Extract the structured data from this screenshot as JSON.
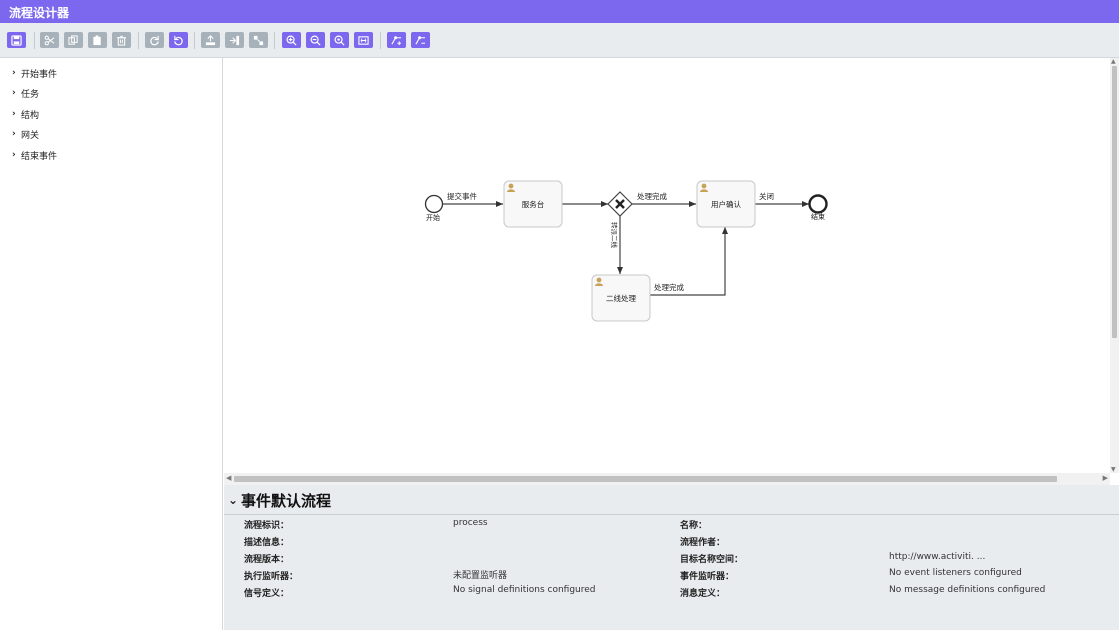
{
  "app": {
    "title": "流程设计器"
  },
  "toolbar": {
    "buttons": [
      {
        "name": "save-button",
        "icon": "save-icon",
        "state": "active"
      },
      {
        "name": "cut-button",
        "icon": "scissors-icon",
        "state": "disabled"
      },
      {
        "name": "copy-button",
        "icon": "copy-icon",
        "state": "disabled"
      },
      {
        "name": "paste-button",
        "icon": "paste-icon",
        "state": "disabled"
      },
      {
        "name": "delete-button",
        "icon": "trash-icon",
        "state": "disabled"
      },
      {
        "name": "redo-button",
        "icon": "redo-icon",
        "state": "disabled"
      },
      {
        "name": "undo-button",
        "icon": "undo-icon",
        "state": "active"
      },
      {
        "name": "align-vertical-button",
        "icon": "align-vertical-icon",
        "state": "disabled"
      },
      {
        "name": "align-horizontal-button",
        "icon": "align-horizontal-icon",
        "state": "disabled"
      },
      {
        "name": "same-size-button",
        "icon": "same-size-icon",
        "state": "disabled"
      },
      {
        "name": "zoom-in-button",
        "icon": "zoom-in-icon",
        "state": "active"
      },
      {
        "name": "zoom-out-button",
        "icon": "zoom-out-icon",
        "state": "active"
      },
      {
        "name": "zoom-actual-button",
        "icon": "zoom-actual-icon",
        "state": "active"
      },
      {
        "name": "zoom-fit-button",
        "icon": "zoom-fit-icon",
        "state": "active"
      },
      {
        "name": "add-bendpoint-button",
        "icon": "add-bendpoint-icon",
        "state": "active"
      },
      {
        "name": "remove-bendpoint-button",
        "icon": "remove-bendpoint-icon",
        "state": "active"
      }
    ]
  },
  "palette": {
    "items": [
      {
        "label": "开始事件"
      },
      {
        "label": "任务"
      },
      {
        "label": "结构"
      },
      {
        "label": "网关"
      },
      {
        "label": "结束事件"
      }
    ]
  },
  "diagram": {
    "start_label": "开始",
    "end_label": "结束",
    "tasks": {
      "service_desk": "服务台",
      "user_confirm": "用户确认",
      "second_line": "二线处理"
    },
    "flows": {
      "submit": "提交事件",
      "done_top": "处理完成",
      "close": "关闭",
      "escalate": "转派二线",
      "done_bottom": "处理完成"
    }
  },
  "properties": {
    "title": "事件默认流程",
    "fields": {
      "process_id_label": "流程标识：",
      "process_id_value": "process",
      "name_label": "名称：",
      "name_value": "",
      "description_label": "描述信息：",
      "author_label": "流程作者：",
      "version_label": "流程版本：",
      "namespace_label": "目标名称空间：",
      "namespace_value": "http://www.activiti. ...",
      "exec_listeners_label": "执行监听器：",
      "exec_listeners_value": "未配置监听器",
      "event_listeners_label": "事件监听器：",
      "event_listeners_value": "No event listeners configured",
      "signal_label": "信号定义：",
      "signal_value": "No signal definitions configured",
      "message_label": "消息定义：",
      "message_value": "No message definitions configured"
    }
  },
  "colors": {
    "accent": "#7b68ee",
    "disabled": "#a7b1b9",
    "panel": "#e9ecef",
    "task_fill": "#f8f8f8",
    "task_border": "#c8c8c8",
    "user_icon": "#c8a25a"
  }
}
